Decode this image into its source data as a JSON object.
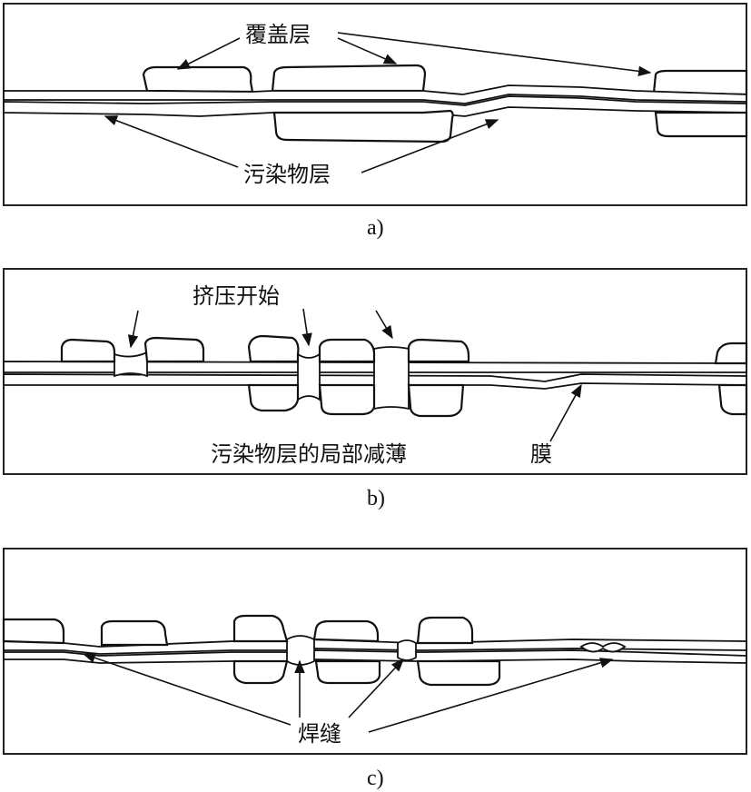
{
  "panel_a": {
    "label_cover": "覆盖层",
    "label_contaminant": "污染物层",
    "caption": "a)"
  },
  "panel_b": {
    "label_squeeze": "挤压开始",
    "label_thinning": "污染物层的局部减薄",
    "label_film": "膜",
    "caption": "b)"
  },
  "panel_c": {
    "label_weld": "焊缝",
    "caption": "c)"
  }
}
